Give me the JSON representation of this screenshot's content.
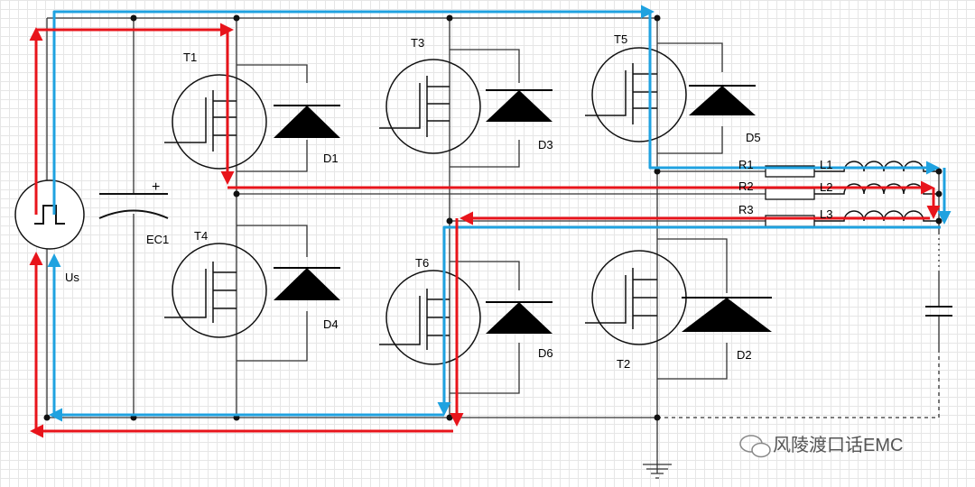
{
  "diagram": {
    "labels": {
      "T1": "T1",
      "T3": "T3",
      "T5": "T5",
      "T4": "T4",
      "T6": "T6",
      "T2": "T2",
      "D1": "D1",
      "D3": "D3",
      "D5": "D5",
      "D4": "D4",
      "D6": "D6",
      "D2": "D2",
      "R1": "R1",
      "R2": "R2",
      "R3": "R3",
      "L1": "L1",
      "L2": "L2",
      "L3": "L3",
      "EC1": "EC1",
      "source": "Us",
      "plus": "+"
    },
    "watermark": "风陵渡口话EMC",
    "colors": {
      "wire": "#333333",
      "red_path": "#e8141b",
      "blue_path": "#1fa2e0",
      "component": "#000000"
    }
  }
}
